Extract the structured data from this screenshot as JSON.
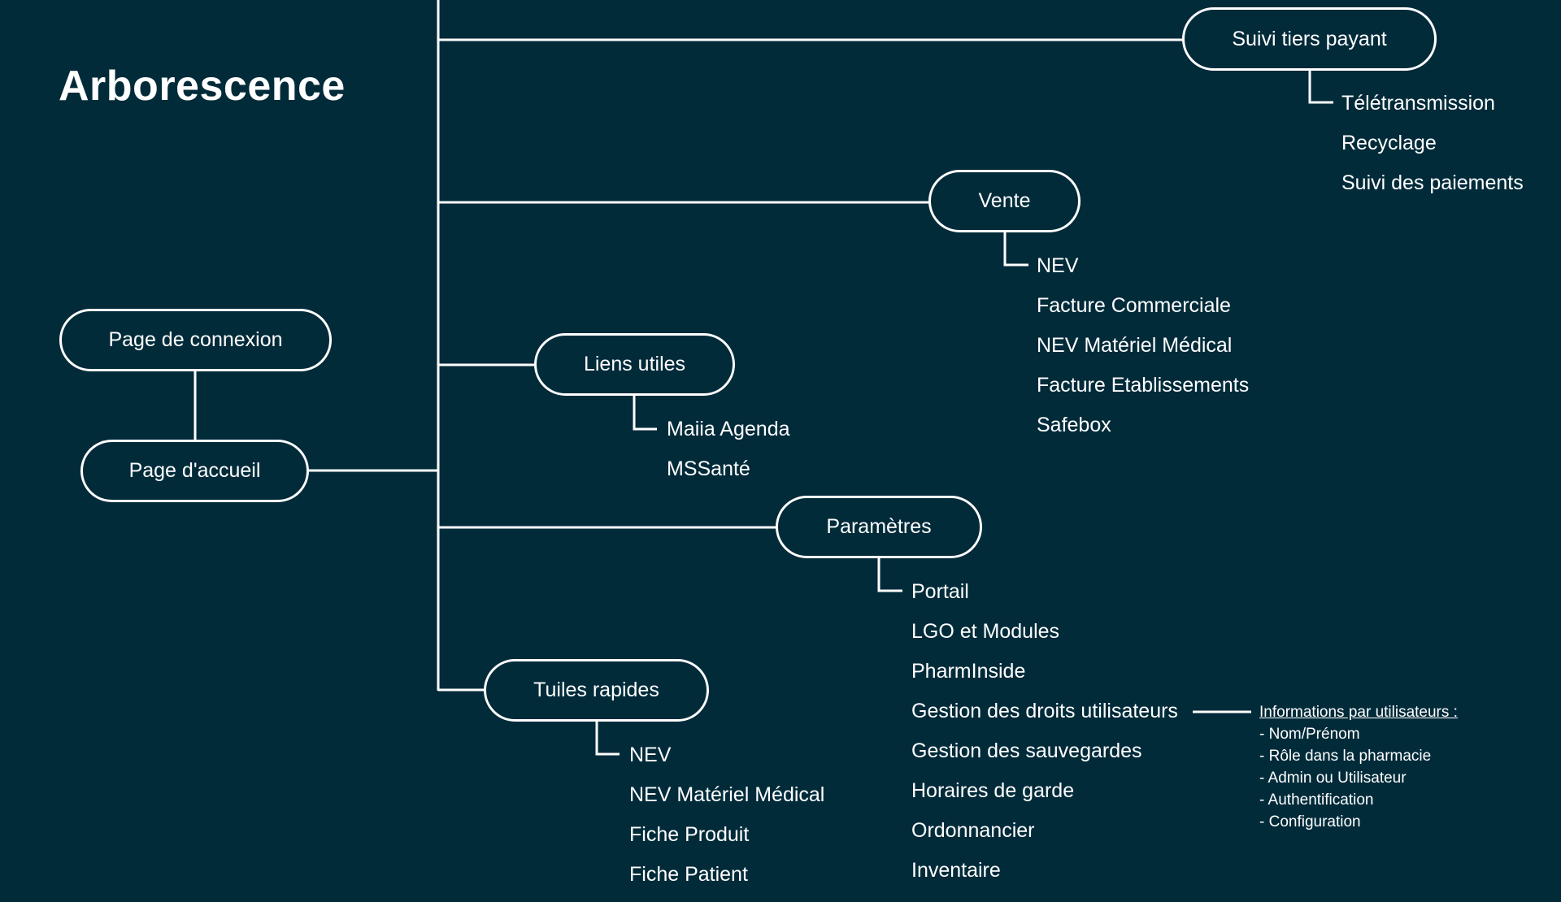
{
  "title": "Arborescence",
  "login_node": "Page de connexion",
  "home_node": "Page d'accueil",
  "branches": {
    "suivi_tiers_payant": {
      "label": "Suivi tiers payant",
      "items": [
        "Télétransmission",
        "Recyclage",
        "Suivi des paiements"
      ]
    },
    "vente": {
      "label": "Vente",
      "items": [
        "NEV",
        "Facture Commerciale",
        "NEV Matériel Médical",
        "Facture Etablissements",
        "Safebox"
      ]
    },
    "liens_utiles": {
      "label": "Liens utiles",
      "items": [
        "Maiia Agenda",
        "MSSanté"
      ]
    },
    "parametres": {
      "label": "Paramètres",
      "items": [
        "Portail",
        "LGO et Modules",
        "PharmInside",
        "Gestion des droits utilisateurs",
        "Gestion des sauvegardes",
        "Horaires de garde",
        "Ordonnancier",
        "Inventaire"
      ]
    },
    "tuiles_rapides": {
      "label": "Tuiles rapides",
      "items": [
        "NEV",
        "NEV Matériel Médical",
        "Fiche Produit",
        "Fiche Patient"
      ]
    }
  },
  "user_info_note": {
    "heading": "Informations par utilisateurs :",
    "items": [
      "- Nom/Prénom",
      "- Rôle dans la pharmacie",
      "- Admin ou Utilisateur",
      "- Authentification",
      "- Configuration"
    ]
  },
  "colors": {
    "background": "#022b3a",
    "foreground": "#ffffff"
  }
}
